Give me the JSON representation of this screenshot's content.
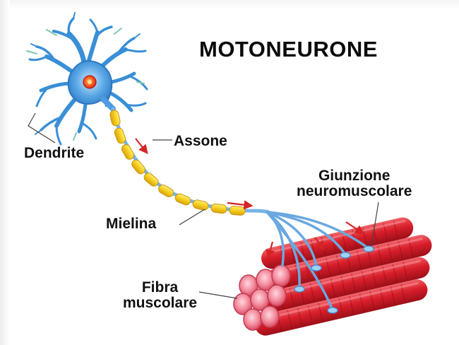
{
  "diagram": {
    "title": "MOTONEURONE",
    "labels": {
      "dendrite": "Dendrite",
      "assone": "Assone",
      "mielina": "Mielina",
      "giunzione_line1": "Giunzione",
      "giunzione_line2": "neuromuscolare",
      "fibra_line1": "Fibra",
      "fibra_line2": "muscolare"
    }
  },
  "colors": {
    "neuron": "#3a8fd6",
    "nucleus": "#e8452a",
    "myelin": "#f2c81e",
    "muscle": "#d8202c",
    "arrow": "#d42424"
  }
}
